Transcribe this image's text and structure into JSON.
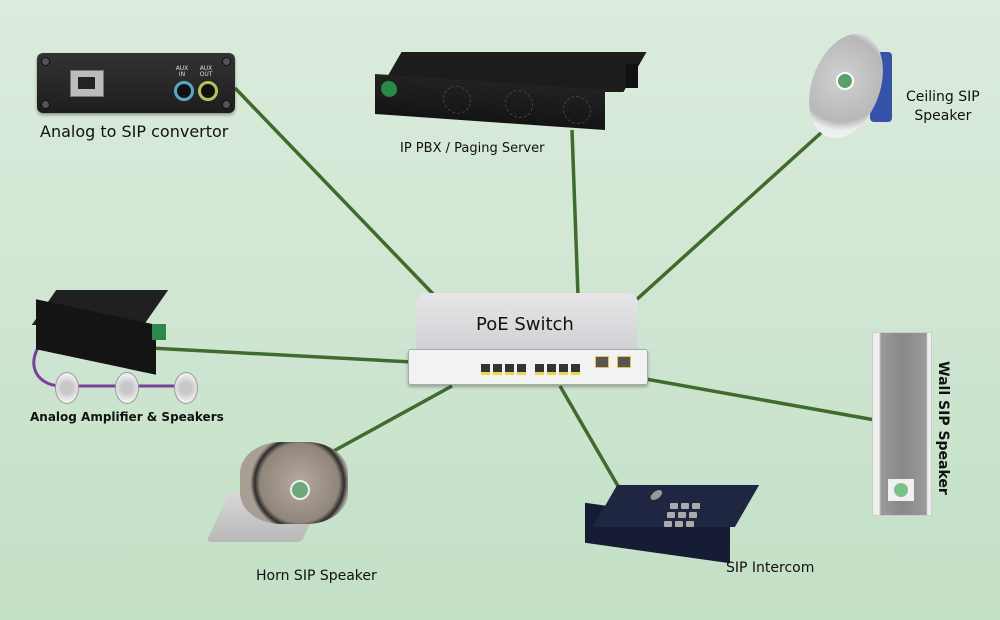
{
  "diagram": {
    "title": "PoE Switch SIP Paging Network",
    "link_color": "#3f6b2d",
    "background_color": "#c8e3cb",
    "hub": {
      "id": "poe-switch",
      "label": "PoE Switch"
    },
    "nodes": [
      {
        "id": "analog-to-sip",
        "label": "Analog to SIP convertor",
        "ports": [
          "AUX IN",
          "AUX OUT"
        ]
      },
      {
        "id": "ip-pbx",
        "label": "IP PBX / Paging Server"
      },
      {
        "id": "ceiling-speaker",
        "label_lines": [
          "Ceiling SIP",
          "Speaker"
        ]
      },
      {
        "id": "analog-amp",
        "label": "Analog Amplifier & Speakers"
      },
      {
        "id": "wall-speaker",
        "label": "Wall SIP Speaker"
      },
      {
        "id": "horn-speaker",
        "label": "Horn SIP Speaker"
      },
      {
        "id": "sip-intercom",
        "label": "SIP Intercom"
      }
    ],
    "edges": [
      [
        "poe-switch",
        "analog-to-sip"
      ],
      [
        "poe-switch",
        "ip-pbx"
      ],
      [
        "poe-switch",
        "ceiling-speaker"
      ],
      [
        "poe-switch",
        "analog-amp"
      ],
      [
        "poe-switch",
        "wall-speaker"
      ],
      [
        "poe-switch",
        "horn-speaker"
      ],
      [
        "poe-switch",
        "sip-intercom"
      ]
    ]
  }
}
